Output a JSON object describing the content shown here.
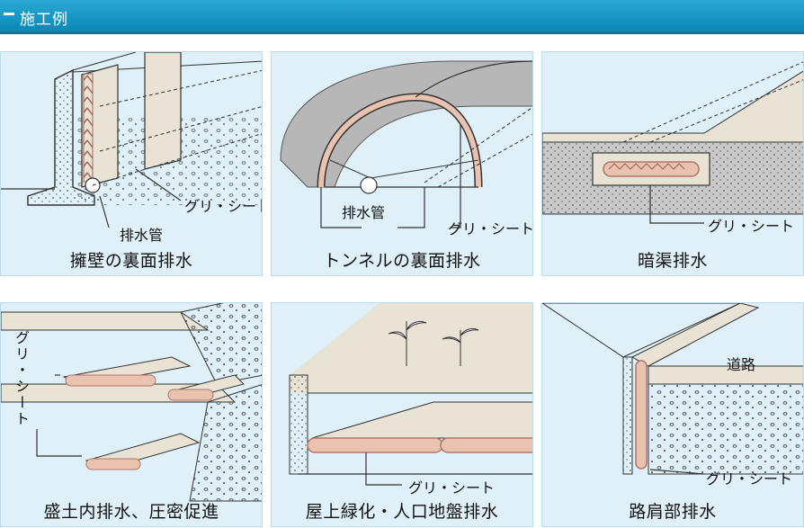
{
  "header": {
    "title": "施工例"
  },
  "colors": {
    "header": "#1a9ac6",
    "panel_bg": "#dff0f8",
    "sheet": "#e9c3b0",
    "sheet_edge": "#b0776b"
  },
  "panels": [
    {
      "caption": "擁壁の裏面排水",
      "labels": {
        "sheet": "グリ・シート",
        "pipe": "排水管"
      }
    },
    {
      "caption": "トンネルの裏面排水",
      "labels": {
        "pipe": "排水管",
        "sheet": "グリ・シート"
      }
    },
    {
      "caption": "暗渠排水",
      "labels": {
        "sheet": "グリ・シート"
      }
    },
    {
      "caption": "盛土内排水、圧密促進",
      "labels": {
        "sheet": "グリ・シート"
      }
    },
    {
      "caption": "屋上緑化・人口地盤排水",
      "labels": {
        "sheet": "グリ・シート"
      }
    },
    {
      "caption": "路肩部排水",
      "labels": {
        "road": "道路",
        "sheet": "グリ・シート"
      }
    }
  ]
}
